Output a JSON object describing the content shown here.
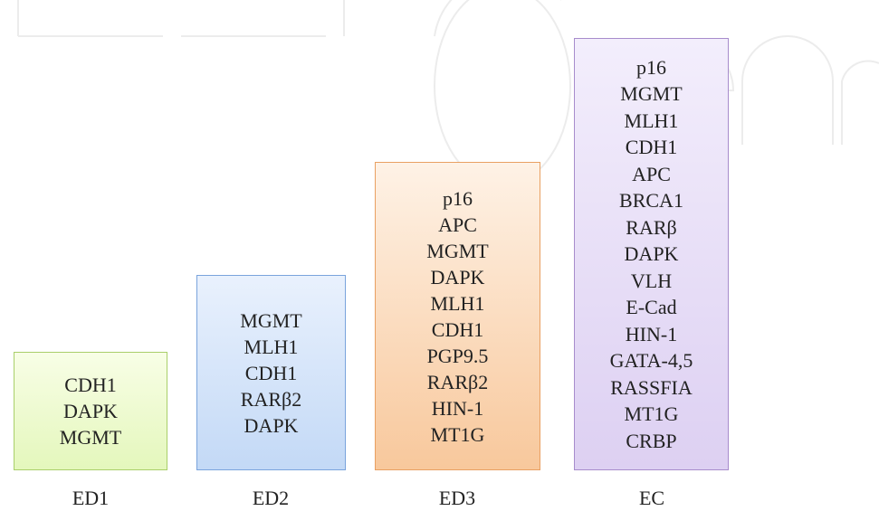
{
  "stages": [
    {
      "label": "ED1",
      "genes": [
        "CDH1",
        "DAPK",
        "MGMT"
      ],
      "color": "#e4f7bc"
    },
    {
      "label": "ED2",
      "genes": [
        "MGMT",
        "MLH1",
        "CDH1",
        "RARβ2",
        "DAPK"
      ],
      "color": "#c3d9f6"
    },
    {
      "label": "ED3",
      "genes": [
        "p16",
        "APC",
        "MGMT",
        "DAPK",
        "MLH1",
        "CDH1",
        "PGP9.5",
        "RARβ2",
        "HIN-1",
        "MT1G"
      ],
      "color": "#f8c89c"
    },
    {
      "label": "EC",
      "genes": [
        "p16",
        "MGMT",
        "MLH1",
        "CDH1",
        "APC",
        "BRCA1",
        "RARβ",
        "DAPK",
        "VLH",
        "E-Cad",
        "HIN-1",
        "GATA-4,5",
        "RASSFIA",
        "MT1G",
        "CRBP"
      ],
      "color": "#ddd0f2"
    }
  ]
}
